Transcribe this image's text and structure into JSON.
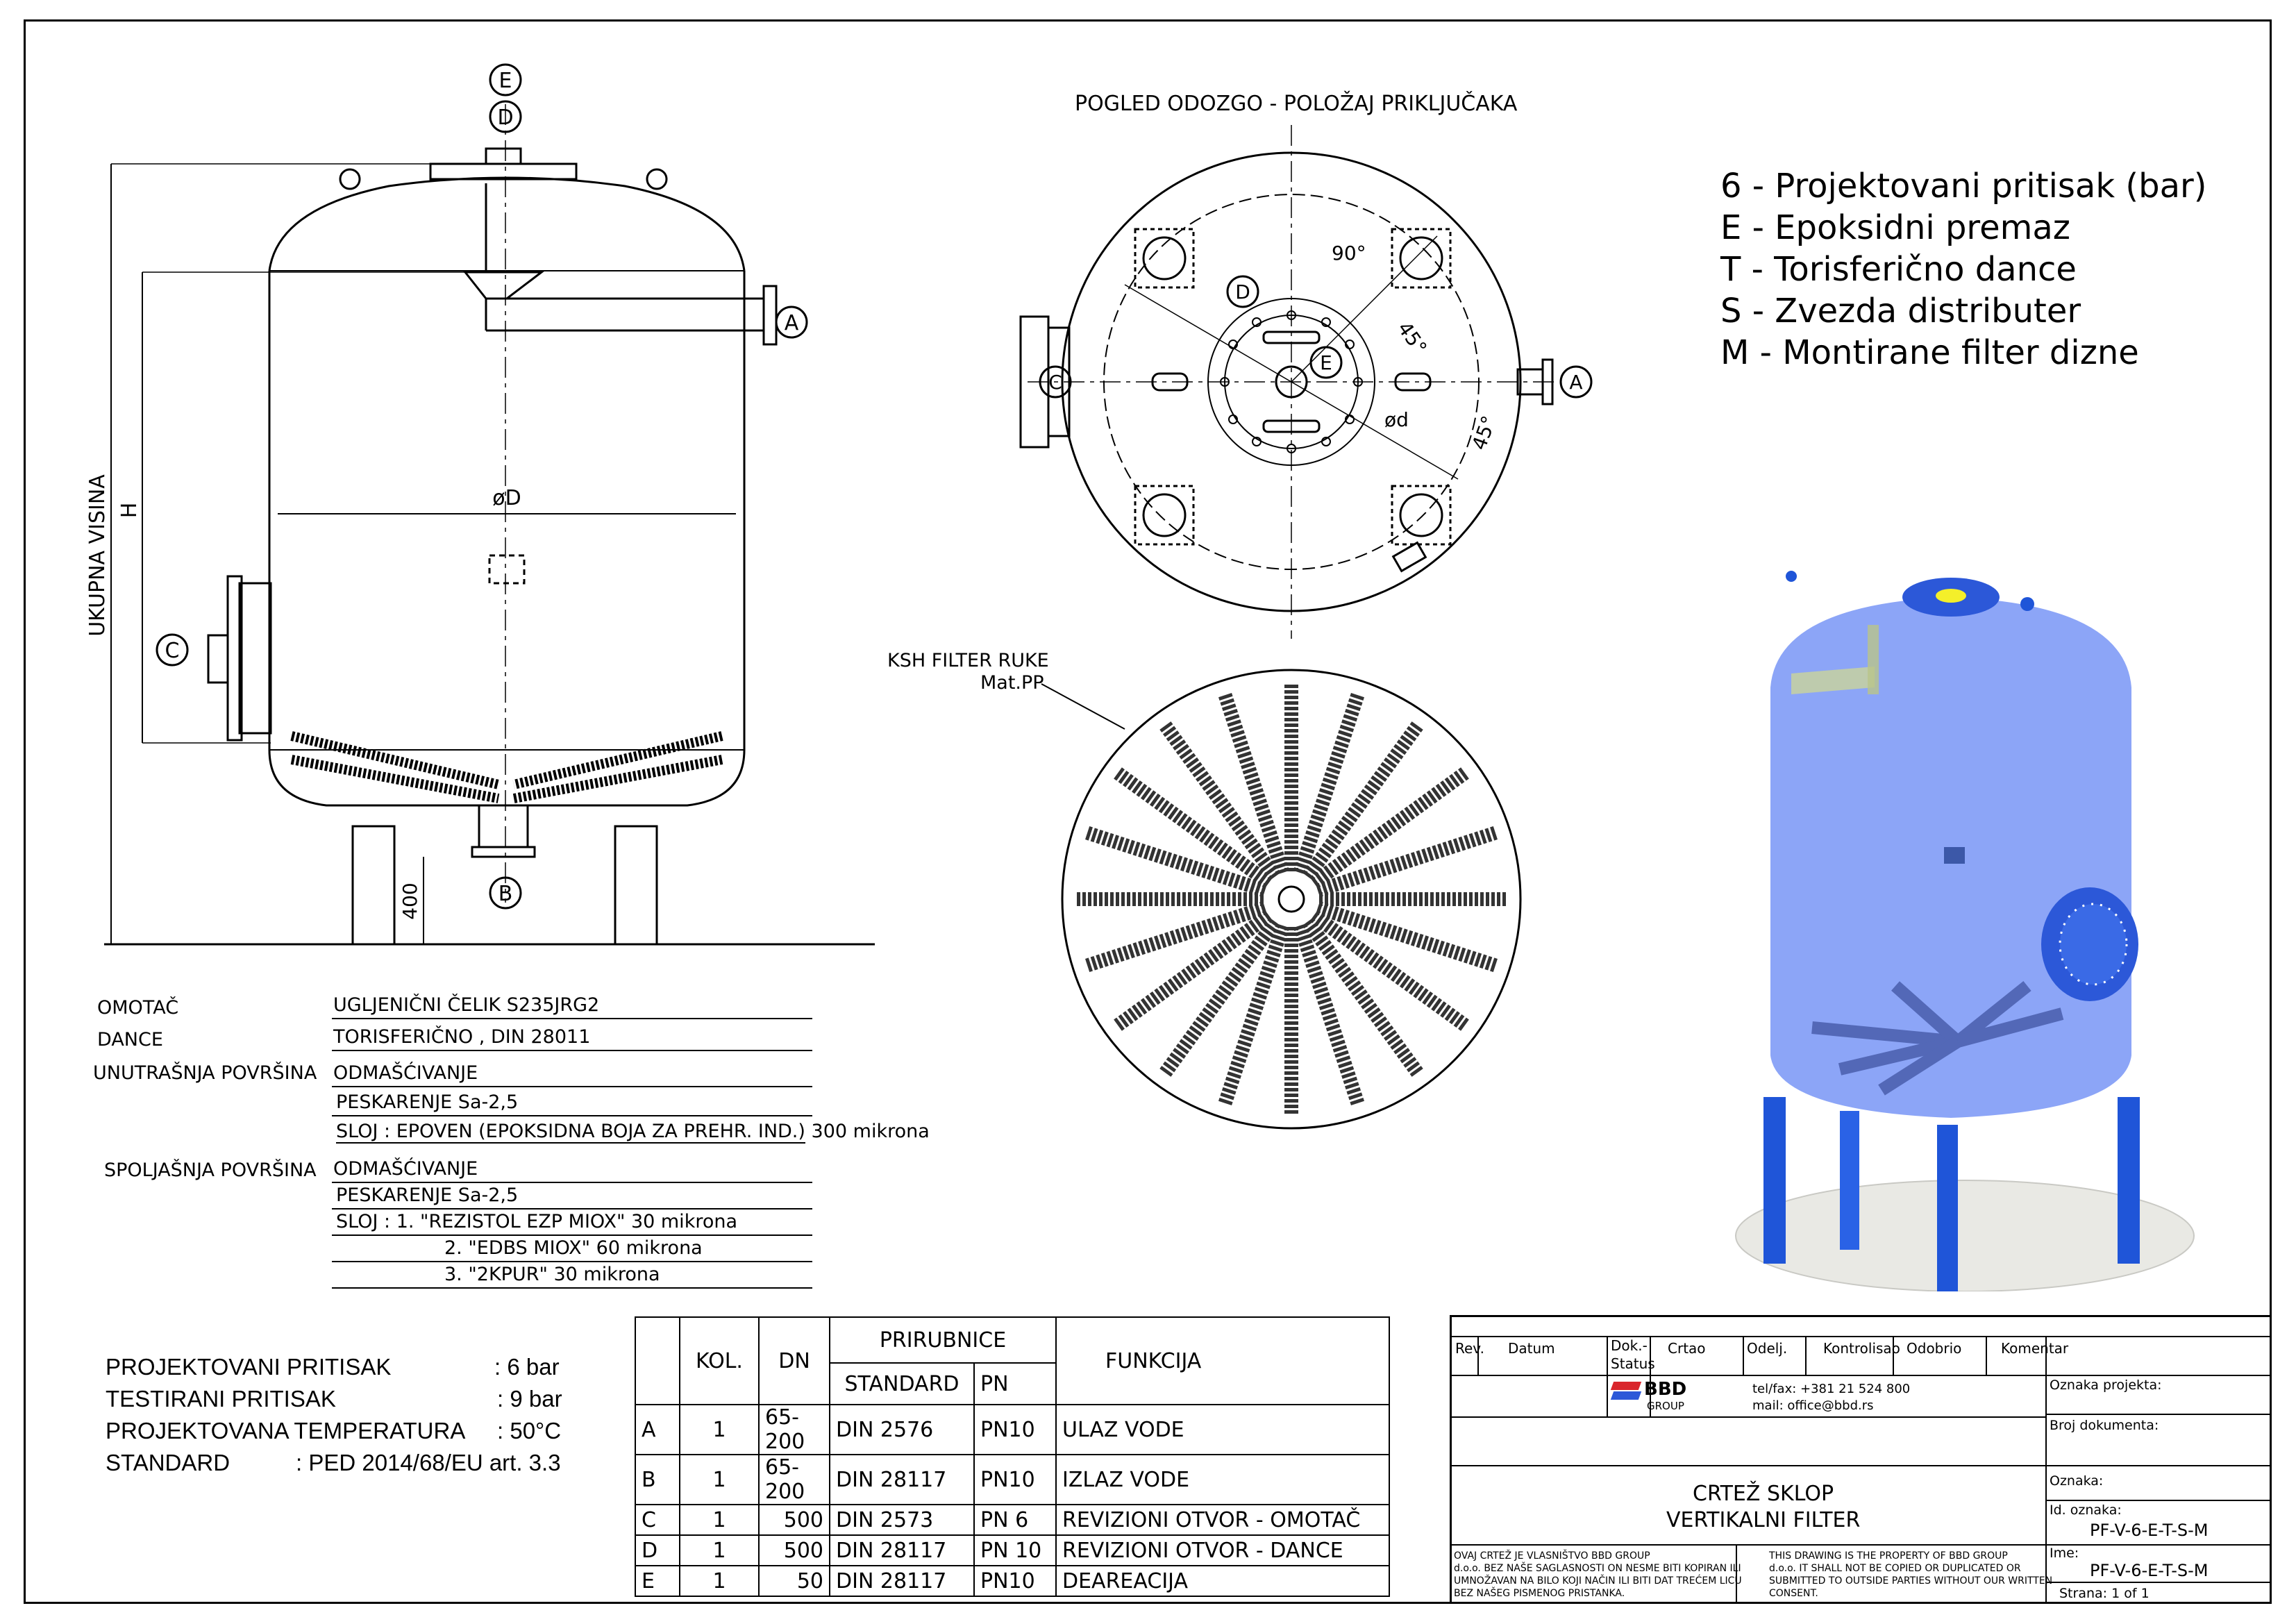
{
  "views": {
    "top_view_title": "POGLED ODOZGO - POLOŽAJ PRIKLJUČAKA",
    "filter_arms_label": "KSH FILTER RUKE",
    "filter_arms_material": "Mat.PP",
    "conn_labels": [
      "A",
      "B",
      "C",
      "D",
      "E"
    ],
    "dim_total_height": "UKUPNA VISINA",
    "dim_h": "H",
    "dim_diameter": "øD",
    "dim_small_d": "ød",
    "dim_400": "400",
    "angle_90": "90°",
    "angle_45a": "45°",
    "angle_45b": "45°"
  },
  "legend": [
    "6 - Projektovani pritisak (bar)",
    "E - Epoksidni premaz",
    "T - Torisferično dance",
    "S - Zvezda distributer",
    "M - Montirane filter dizne"
  ],
  "materials": [
    {
      "label": "OMOTAČ",
      "value": "UGLJENIČNI ČELIK S235JRG2"
    },
    {
      "label": "DANCE",
      "value": "TORISFERIČNO , DIN 28011"
    },
    {
      "label": "UNUTRAŠNJA POVRŠINA",
      "value": "ODMAŠĆIVANJE"
    },
    {
      "label": "",
      "value": "PESKARENJE Sa-2,5"
    },
    {
      "label": "",
      "value": "SLOJ : EPOVEN (EPOKSIDNA BOJA ZA PREHR. IND.)",
      "suffix": " 300 mikrona"
    },
    {
      "label": "SPOLJAŠNJA POVRŠINA",
      "value": "ODMAŠĆIVANJE"
    },
    {
      "label": "",
      "value": "PESKARENJE Sa-2,5"
    },
    {
      "label": "",
      "value": "SLOJ  :  1. \"REZISTOL EZP MIOX\" 30 mikrona"
    },
    {
      "label": "",
      "value": "2. \"EDBS MIOX\" 60 mikrona"
    },
    {
      "label": "",
      "value": "3. \"2KPUR\" 30 mikrona"
    }
  ],
  "specs": [
    {
      "label": "PROJEKTOVANI PRITISAK",
      "value": ": 6 bar"
    },
    {
      "label": "TESTIRANI PRITISAK",
      "value": ": 9 bar"
    },
    {
      "label": "PROJEKTOVANA TEMPERATURA",
      "value": ": 50°C"
    },
    {
      "label": "STANDARD",
      "value": ": PED 2014/68/EU art. 3.3"
    }
  ],
  "connections": {
    "headers": {
      "kol": "KOL.",
      "dn": "DN",
      "flanges": "PRIRUBNICE",
      "standard": "STANDARD",
      "pn": "PN",
      "function": "FUNKCIJA"
    },
    "rows": [
      {
        "id": "A",
        "kol": "1",
        "dn": "65-200",
        "standard": "DIN 2576",
        "pn": "PN10",
        "function": "ULAZ VODE"
      },
      {
        "id": "B",
        "kol": "1",
        "dn": "65-200",
        "standard": "DIN 28117",
        "pn": "PN10",
        "function": "IZLAZ VODE"
      },
      {
        "id": "C",
        "kol": "1",
        "dn": "500",
        "standard": "DIN 2573",
        "pn": "PN 6",
        "function": "REVIZIONI OTVOR - OMOTAČ"
      },
      {
        "id": "D",
        "kol": "1",
        "dn": "500",
        "standard": "DIN 28117",
        "pn": "PN 10",
        "function": "REVIZIONI OTVOR - DANCE"
      },
      {
        "id": "E",
        "kol": "1",
        "dn": "50",
        "standard": "DIN 28117",
        "pn": "PN10",
        "function": "DEAREACIJA"
      }
    ]
  },
  "title_block": {
    "h_rev": "Rev.",
    "h_datum": "Datum",
    "h_dok": "Dok.-",
    "h_status": "Status",
    "h_crtao": "Crtao",
    "h_odelj": "Odelj.",
    "h_kontrolisao": "Kontrolisao",
    "h_odobrio": "Odobrio",
    "h_komentar": "Komentar",
    "company": "BBD",
    "company_sub": "GROUP",
    "phone": "tel/fax: +381 21 524 800",
    "mail": "mail: office@bbd.rs",
    "lbl_project": "Oznaka projekta:",
    "lbl_doc": "Broj dokumenta:",
    "lbl_mark": "Oznaka:",
    "lbl_id": "Id. oznaka:",
    "id_value": "PF-V-6-E-T-S-M",
    "lbl_name": "Ime:",
    "name_value": "PF-V-6-E-T-S-M",
    "page": "Strana:   1 of 1",
    "title1": "CRTEŽ SKLOP",
    "title2": "VERTIKALNI FILTER",
    "notice_sr": [
      "OVAJ CRTEŽ JE VLASNIŠTVO BBD GROUP",
      "d.o.o. BEZ NAŠE SAGLASNOSTI ON NESME BITI KOPIRAN ILI",
      "UMNOŽAVAN NA BILO KOJI NAČIN ILI BITI DAT TREĆEM LICU",
      "BEZ NAŠEG PISMENOG PRISTANKA."
    ],
    "notice_en": [
      "THIS DRAWING IS THE PROPERTY OF BBD GROUP",
      "d.o.o. IT SHALL NOT BE COPIED OR DUPLICATED OR",
      "SUBMITTED TO OUTSIDE PARTIES WITHOUT OUR WRITTEN",
      "CONSENT."
    ]
  },
  "colors": {
    "vessel_glass": "#6f8ff5",
    "legs": "#1f55d8",
    "base": "#e9e9e4",
    "flange": "#2c58d8",
    "line": "#000000"
  }
}
